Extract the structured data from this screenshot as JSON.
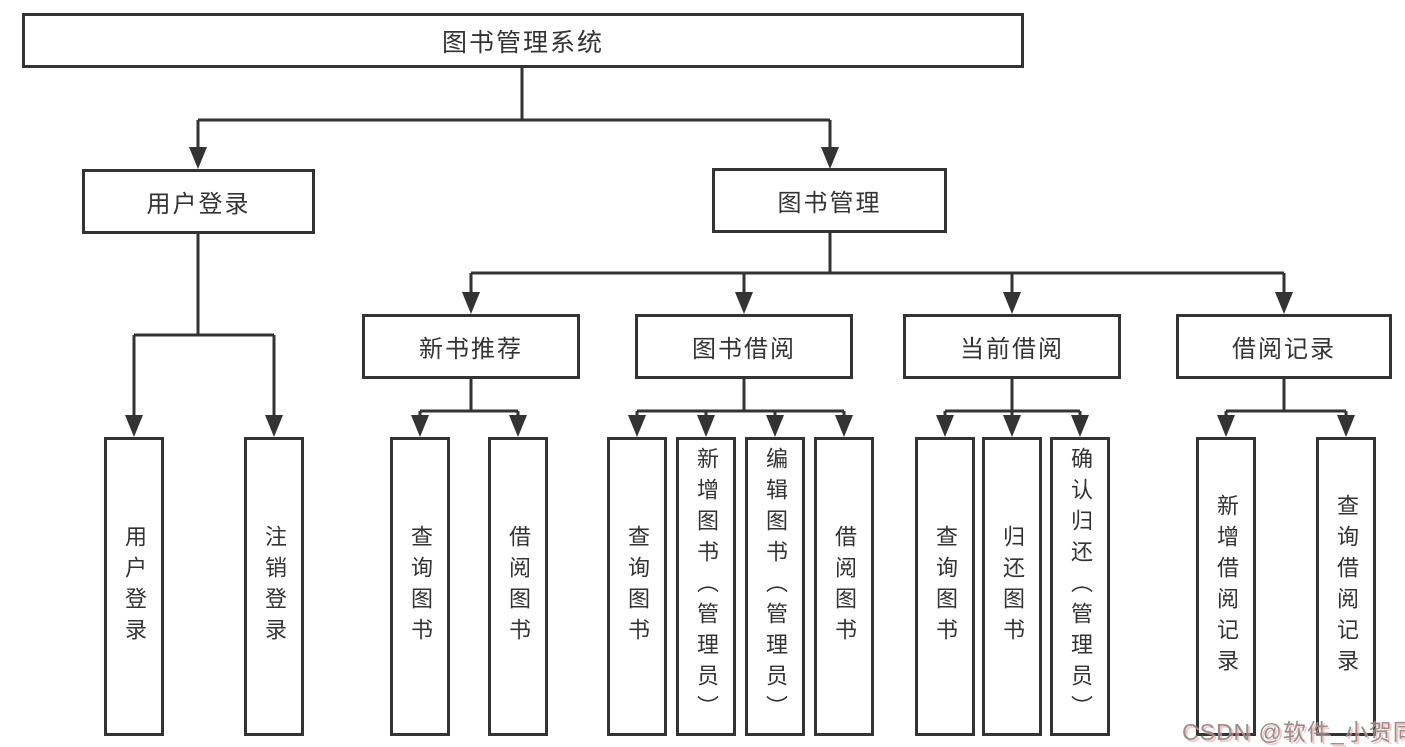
{
  "diagram": {
    "root": {
      "label": "图书管理系统"
    },
    "level2": [
      {
        "label": "用户登录"
      },
      {
        "label": "图书管理"
      }
    ],
    "level3": [
      {
        "label": "新书推荐"
      },
      {
        "label": "图书借阅"
      },
      {
        "label": "当前借阅"
      },
      {
        "label": "借阅记录"
      }
    ],
    "leaves": [
      {
        "label": "用户登录",
        "parent": "用户登录"
      },
      {
        "label": "注销登录",
        "parent": "用户登录"
      },
      {
        "label": "查询图书",
        "parent": "新书推荐"
      },
      {
        "label": "借阅图书",
        "parent": "新书推荐"
      },
      {
        "label": "查询图书",
        "parent": "图书借阅"
      },
      {
        "label": "新增图书（管理员）",
        "parent": "图书借阅"
      },
      {
        "label": "编辑图书（管理员）",
        "parent": "图书借阅"
      },
      {
        "label": "借阅图书",
        "parent": "图书借阅"
      },
      {
        "label": "查询图书",
        "parent": "当前借阅"
      },
      {
        "label": "归还图书",
        "parent": "当前借阅"
      },
      {
        "label": "确认归还（管理员）",
        "parent": "当前借阅"
      },
      {
        "label": "新增借阅记录",
        "parent": "借阅记录"
      },
      {
        "label": "查询借阅记录",
        "parent": "借阅记录"
      }
    ],
    "watermark": "CSDN @软件_小贺同学",
    "colors": {
      "line": "#333333",
      "box_border": "#333333",
      "box_background": "#ffffff",
      "text": "#333333",
      "background": "#ffffff",
      "watermark_text": "#8c8c8c",
      "watermark_shadow": "#ffa0a0"
    }
  }
}
